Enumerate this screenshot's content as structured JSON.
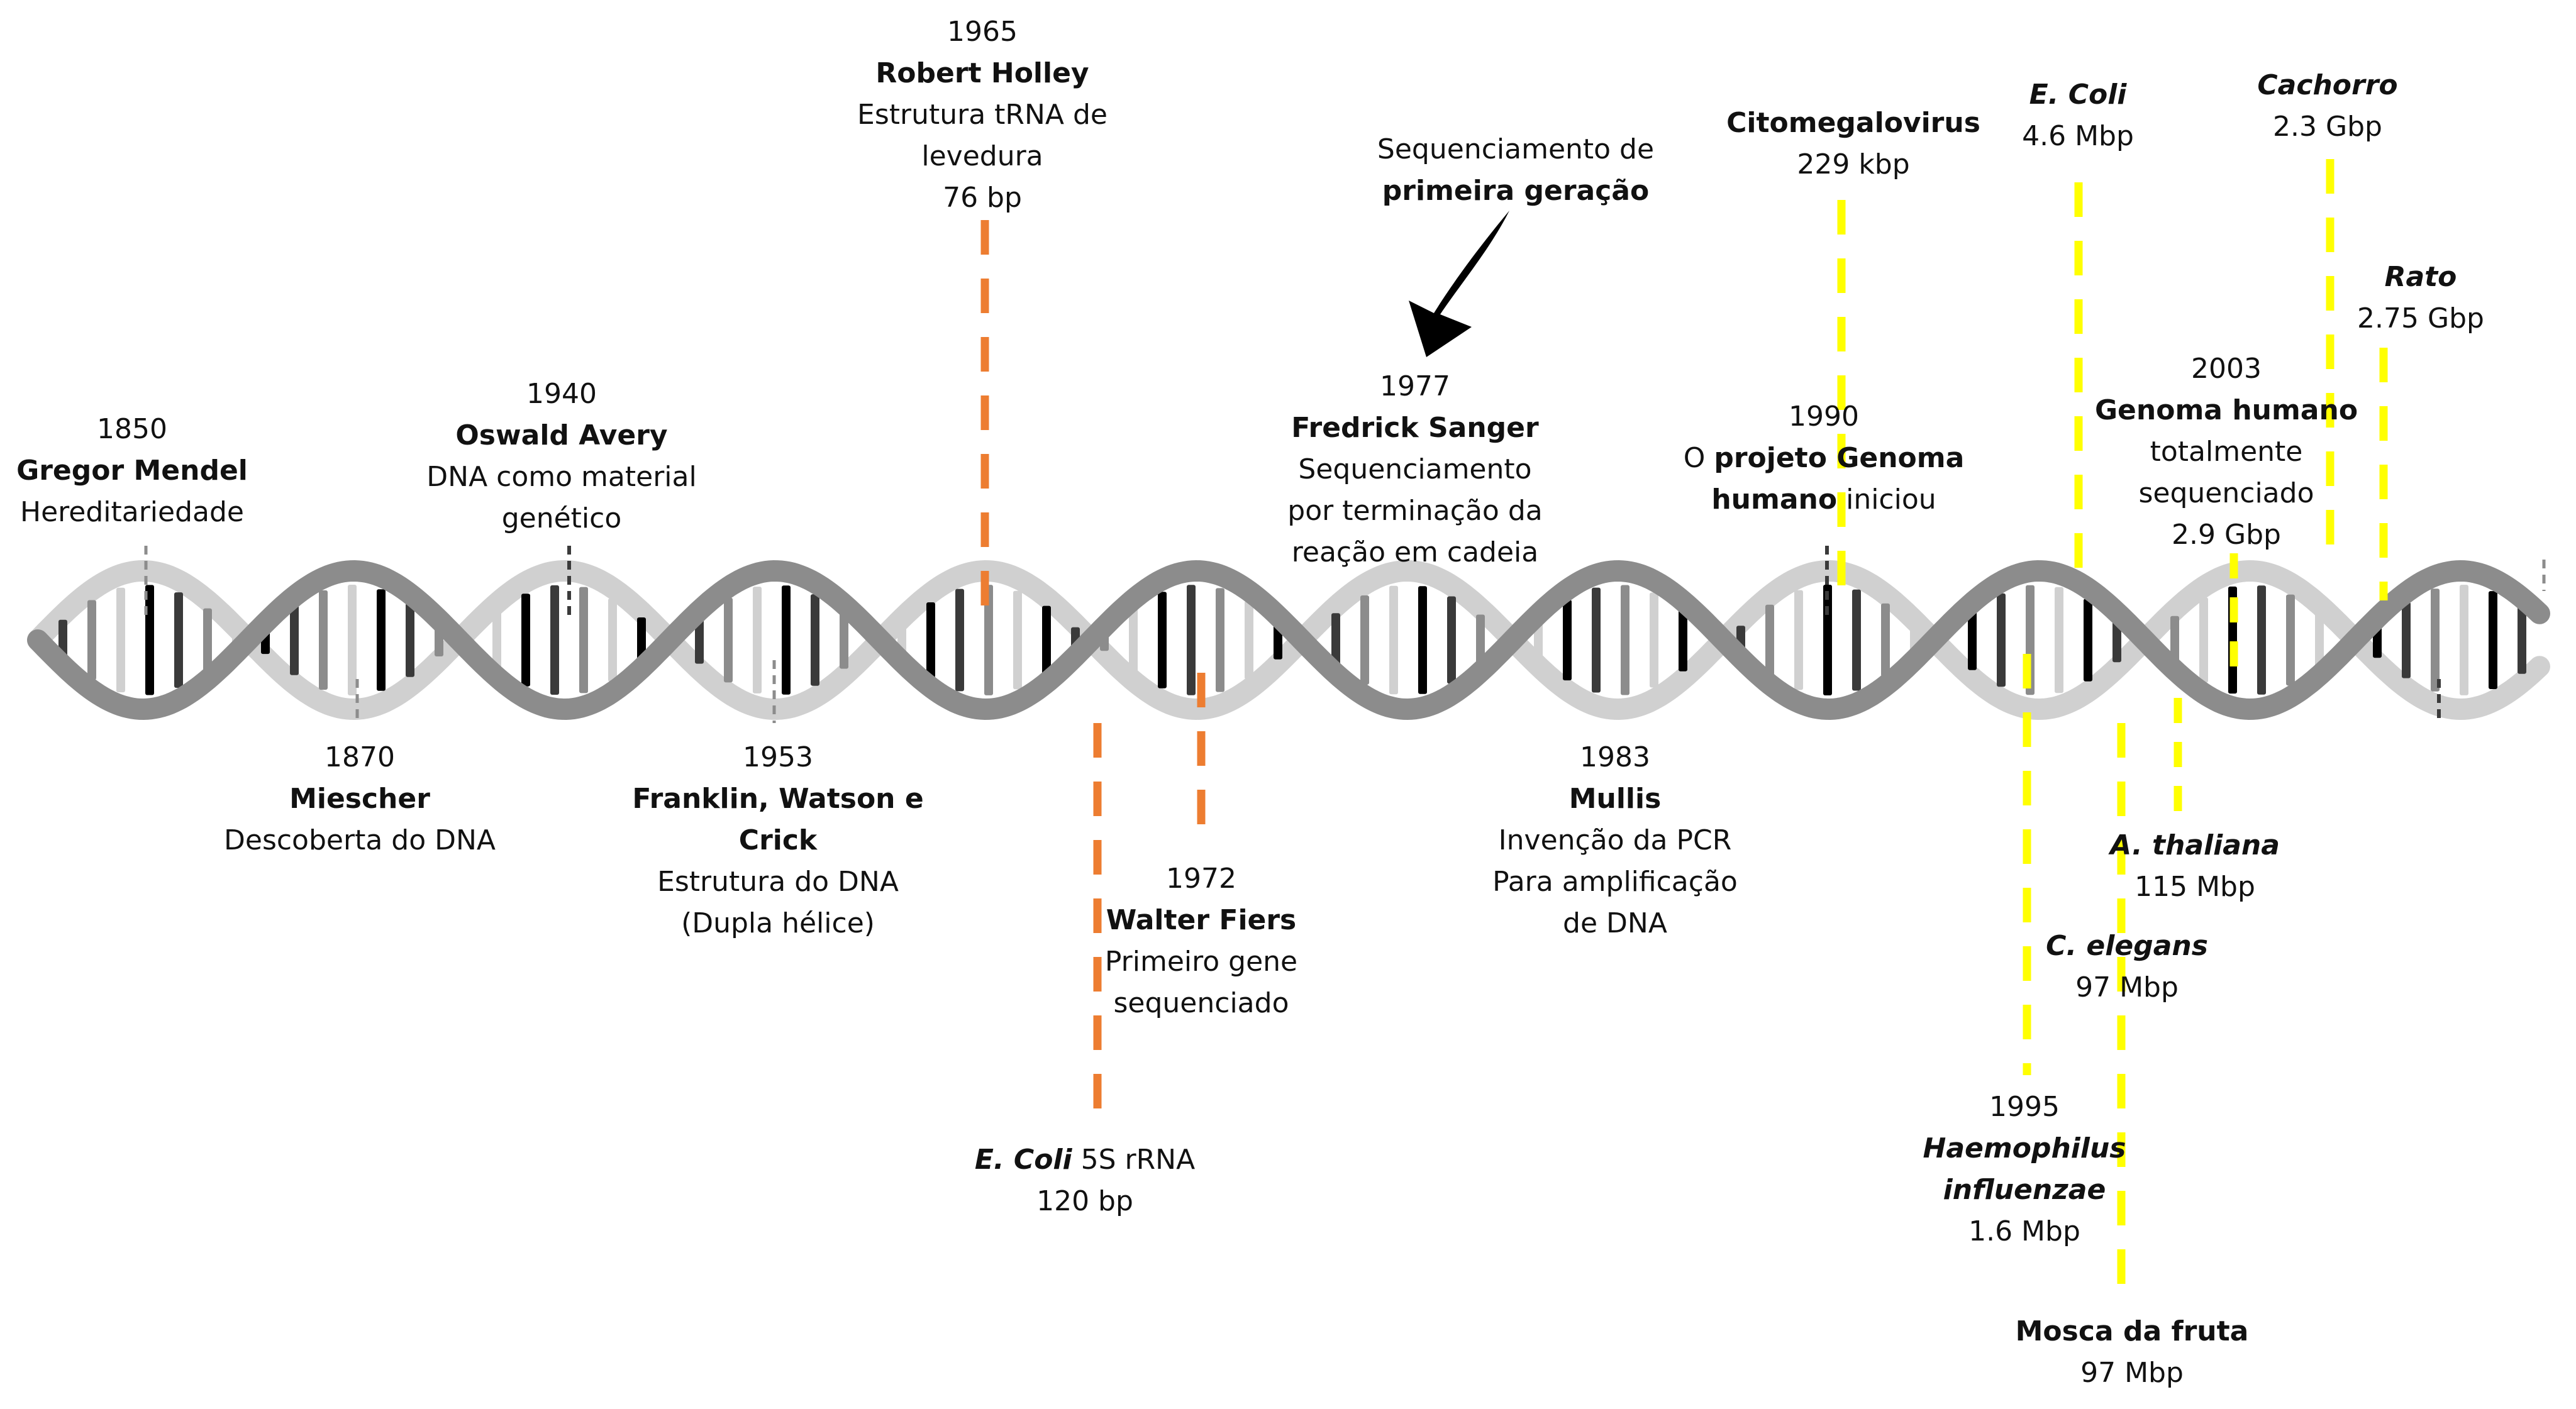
{
  "colors": {
    "orange": "#ED7D31",
    "yellow": "#FFFF00",
    "helix_dark": "#3a3a3a",
    "helix_mid": "#8c8c8c",
    "helix_light": "#d0d0d0"
  },
  "events": {
    "mendel": {
      "year": "1850",
      "name": "Gregor Mendel",
      "desc": "Hereditariedade"
    },
    "miescher": {
      "year": "1870",
      "name": "Miescher",
      "desc": "Descoberta do DNA"
    },
    "avery": {
      "year": "1940",
      "name": "Oswald Avery",
      "desc1": "DNA como material",
      "desc2": "genético"
    },
    "franklin": {
      "year": "1953",
      "name1": "Franklin, Watson e",
      "name2": "Crick",
      "desc1": "Estrutura do DNA",
      "desc2": "(Dupla hélice)"
    },
    "holley": {
      "year": "1965",
      "name": "Robert Holley",
      "desc1": "Estrutura tRNA de",
      "desc2": "levedura",
      "size": "76 bp"
    },
    "ecoli5s": {
      "organism": "E. Coli",
      "rest": " 5S rRNA",
      "size": "120 bp"
    },
    "fiers": {
      "year": "1972",
      "name": "Walter Fiers",
      "desc1": "Primeiro gene",
      "desc2": "sequenciado"
    },
    "sanger": {
      "year": "1977",
      "name": "Fredrick Sanger",
      "desc1": "Sequenciamento",
      "desc2": "por terminação da",
      "desc3": "reação em cadeia"
    },
    "mullis": {
      "year": "1983",
      "name": "Mullis",
      "desc1": "Invenção da PCR",
      "desc2": "Para amplificação",
      "desc3": "de DNA"
    },
    "genome1990": {
      "year": "1990",
      "pre": "O ",
      "bold1": "projeto Genoma",
      "bold2": "humano",
      "post": " iniciou"
    },
    "cmv": {
      "name": "Citomegalovirus",
      "size": "229 kbp"
    },
    "hinfl": {
      "year": "1995",
      "name1": "Haemophilus",
      "name2": "influenzae",
      "size": "1.6 Mbp"
    },
    "ecoli": {
      "name": "E. Coli",
      "size": "4.6 Mbp"
    },
    "celegans": {
      "name": "C. elegans",
      "size": "97 Mbp"
    },
    "fly": {
      "name": "Mosca da fruta",
      "size": "97 Mbp"
    },
    "thaliana": {
      "name": "A. thaliana",
      "size": "115 Mbp"
    },
    "human2003": {
      "year": "2003",
      "name": "Genoma humano",
      "desc1": "totalmente",
      "desc2": "sequenciado",
      "size": "2.9 Gbp"
    },
    "dog": {
      "name": "Cachorro",
      "size": "2.3 Gbp"
    },
    "rat": {
      "name": "Rato",
      "size": "2.75 Gbp"
    }
  },
  "callout": {
    "line1": "Sequenciamento de",
    "line2": "primeira geração"
  }
}
